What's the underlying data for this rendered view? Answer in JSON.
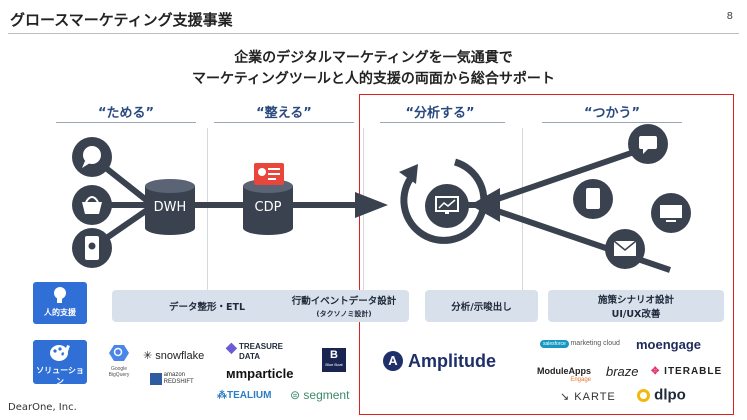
{
  "header": {
    "title": "グロースマーケティング支援事業",
    "page_number": "8"
  },
  "subtitle": {
    "line1": "企業のデジタルマーケティングを一気通貫で",
    "line2": "マーケティングツールと人的支援の両面から総合サポート"
  },
  "columns": [
    {
      "heading": "“ためる”"
    },
    {
      "heading": "“整える”"
    },
    {
      "heading": "“分析する”"
    },
    {
      "heading": "“つかう”"
    }
  ],
  "diagram": {
    "dwh_label": "DWH",
    "cdp_label": "CDP"
  },
  "services": {
    "label": "人的支援",
    "items": [
      {
        "line1": "データ整形・ETL"
      },
      {
        "line1": "行動イベントデータ設計",
        "line2": "(タクソノミ設計)"
      },
      {
        "line1": "分析/示唆出し"
      },
      {
        "line1": "施策シナリオ設計",
        "line2": "UI/UX改善"
      }
    ]
  },
  "solutions": {
    "label": "ソリューション",
    "logos": {
      "bigquery": "Google BigQuery",
      "snowflake": "snowflake",
      "redshift_1": "amazon",
      "redshift_2": "REDSHIFT",
      "treasure_1": "TREASURE",
      "treasure_2": "DATA",
      "blueboat": "Blue Boat",
      "mparticle": "mparticle",
      "tealium": "TEALIUM",
      "segment": "segment",
      "amplitude": "Amplitude",
      "salesforce": "salesforce",
      "marketing_cloud": "marketing cloud",
      "moengage": "moengage",
      "moduleapps_1": "ModuleApps",
      "moduleapps_2": "Engage",
      "braze": "braze",
      "iterable": "ITERABLE",
      "karte": "KARTE",
      "dlpo": "dlpo"
    }
  },
  "footer": {
    "company": "DearOne, Inc."
  },
  "colors": {
    "navy": "#3a4250",
    "accent_blue": "#2f6fd6",
    "pill_bg": "#d8e0ec",
    "red": "#e02020"
  }
}
